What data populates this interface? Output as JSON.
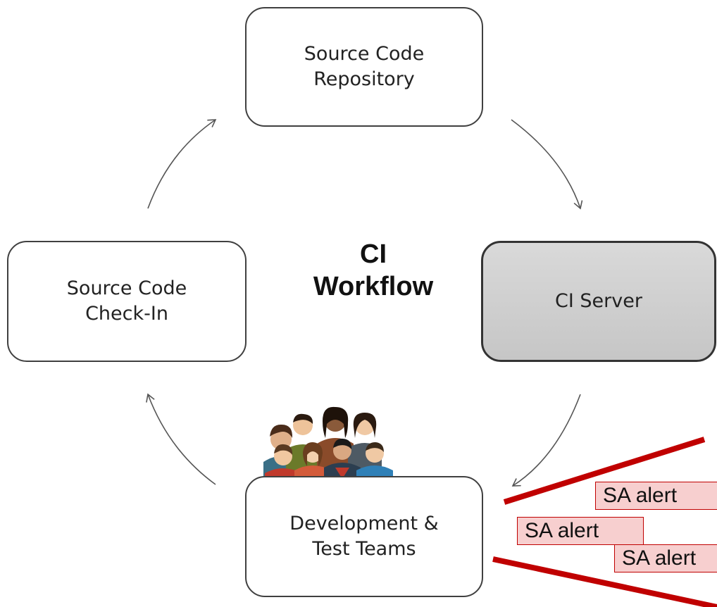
{
  "diagram": {
    "title_lines": [
      "CI",
      "Workflow"
    ],
    "nodes": {
      "repository": "Source Code\nRepository",
      "ci_server": "CI Server",
      "teams": "Development &\nTest Teams",
      "checkin": "Source Code\nCheck-In"
    },
    "edges": [
      {
        "from": "repository",
        "to": "ci_server"
      },
      {
        "from": "ci_server",
        "to": "teams"
      },
      {
        "from": "teams",
        "to": "checkin"
      },
      {
        "from": "checkin",
        "to": "repository"
      }
    ],
    "alerts": [
      "SA alert",
      "SA alert",
      "SA alert"
    ],
    "colors": {
      "node_border": "#404040",
      "server_fill": "#cfcfcf",
      "alert_line": "#c00000",
      "alert_fill": "#f7cfcf",
      "arrow": "#555555"
    }
  }
}
